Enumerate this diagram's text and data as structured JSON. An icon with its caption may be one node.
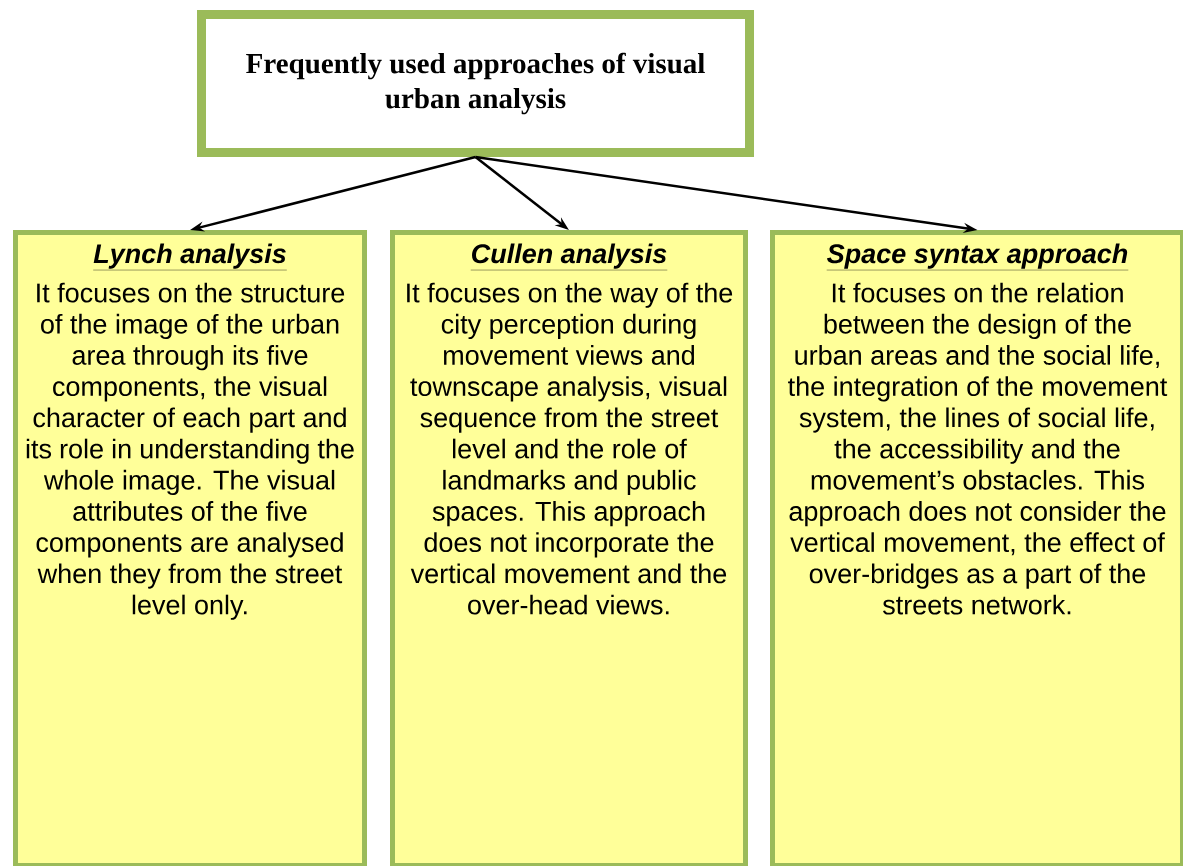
{
  "diagram": {
    "nodes": [
      {
        "text": [
          "Frequently used approaches of visual urban analysis"
        ]
      },
      {
        "text": [
          "Lynch analysis",
          "It focuses on the structure of the image of the urban area through its five components, the visual character of each part and its role in understanding the whole image. The visual attributes of the five components are analysed when they from the street level only."
        ]
      },
      {
        "text": [
          "Cullen analysis",
          "It focuses on the way of the city perception during movement views and townscape analysis, visual sequence from the street level and the role of landmarks and public spaces. This approach does not incorporate the vertical movement and the over-head views."
        ]
      },
      {
        "text": [
          "Space syntax approach",
          "It focuses on the relation between the design of the urban areas and the social life, the integration of the movement system, the lines of social life, the accessibility and the movement’s obstacles. This approach does not consider the vertical movement, the effect of over-bridges as a part of the streets network."
        ]
      }
    ],
    "edges": [
      {
        "from": 0,
        "to": 1,
        "arrow": "to"
      },
      {
        "from": 0,
        "to": 2,
        "arrow": "to"
      },
      {
        "from": 0,
        "to": 3,
        "arrow": "to"
      }
    ]
  }
}
